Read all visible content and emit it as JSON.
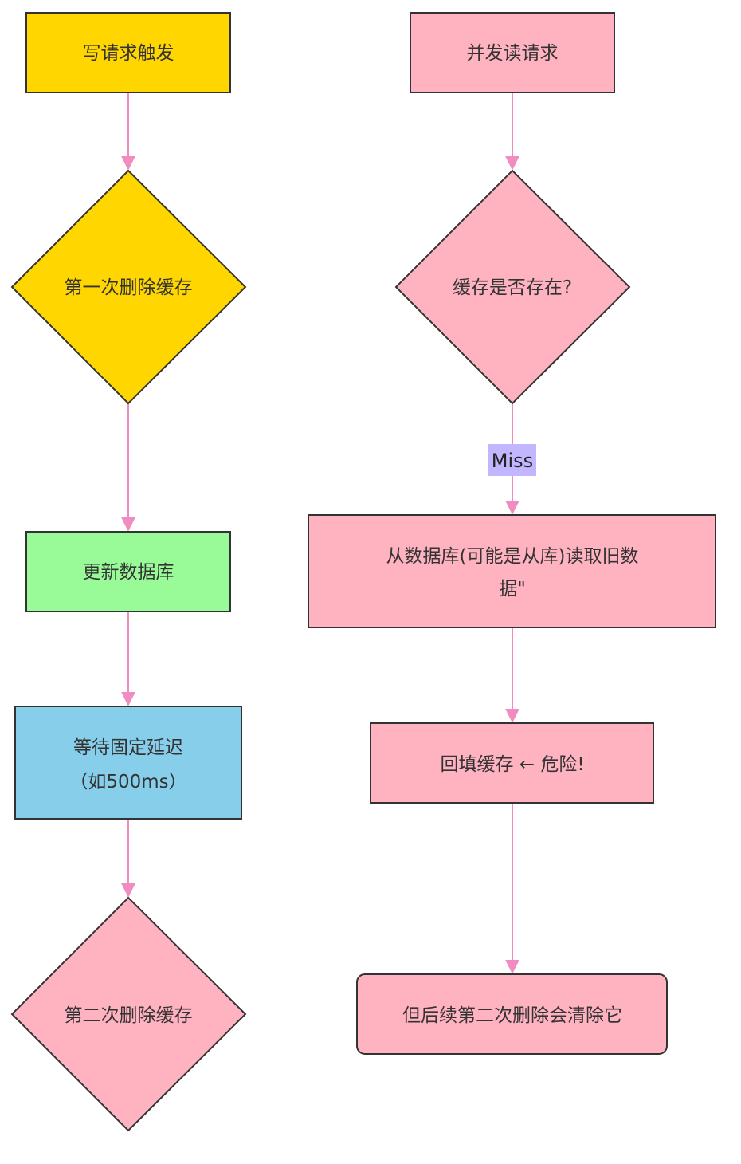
{
  "colors": {
    "edge": "#f08cc0",
    "stroke": "#333333",
    "yellow": "#ffd600",
    "pink": "#ffb3c1",
    "green": "#98fb98",
    "blue": "#87ceeb",
    "label_bg": "#c2b6ff"
  },
  "nodes": {
    "write_trigger": "写请求触发",
    "first_delete": "第一次删除缓存",
    "update_db": "更新数据库",
    "wait_line1": "等待固定延迟",
    "wait_line2": "（如500ms）",
    "second_delete": "第二次删除缓存",
    "concurrent_read": "并发读请求",
    "cache_exists": "缓存是否存在?",
    "read_old_line1": "从数据库(可能是从库)读取旧数",
    "read_old_line2": "据\"",
    "backfill": "回填缓存 ← 危险!",
    "cleared": "但后续第二次删除会清除它"
  },
  "edges": {
    "miss_label": "Miss"
  }
}
